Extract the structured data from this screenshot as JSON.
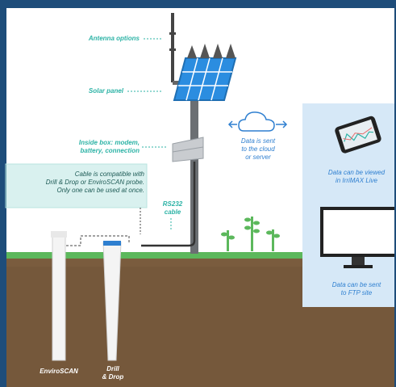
{
  "labels": {
    "antenna": "Antenna options",
    "solar": "Solar panel",
    "inside_box_1": "Inside box: modem,",
    "inside_box_2": "battery, connection",
    "cable_note_1": "Cable is compatible with",
    "cable_note_2": "Drill & Drop or EnviroSCAN probe.",
    "cable_note_3": "Only one can be used at once.",
    "rs232_1": "RS232",
    "rs232_2": "cable",
    "cloud_1": "Data is sent",
    "cloud_2": "to the cloud",
    "cloud_3": "or server",
    "irrimax_1": "Data can be viewed",
    "irrimax_2": "in IrriMAX Live",
    "ftp_1": "Data can be sent",
    "ftp_2": "to FTP site",
    "enviroscan": "EnviroSCAN",
    "drill_1": "Drill",
    "drill_2": "& Drop"
  },
  "colors": {
    "frame": "#1e4d7a",
    "sky": "#ffffff",
    "grass": "#5cb85c",
    "soil": "#7a5c3e",
    "panel_bg": "#d6e8f7",
    "label_teal": "#2db3a6",
    "label_blue": "#2e7fd0"
  },
  "icons": [
    "antenna-icon",
    "solar-panel-icon",
    "equipment-box-icon",
    "cloud-icon",
    "phone-icon",
    "monitor-icon",
    "crop-icon"
  ]
}
